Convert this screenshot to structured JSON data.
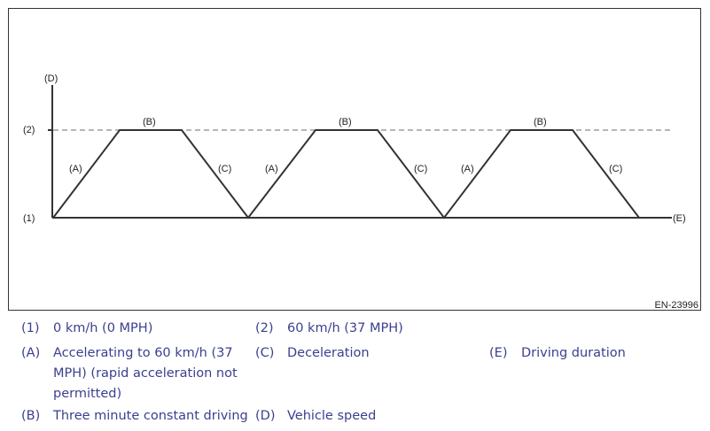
{
  "figure": {
    "id_label": "EN-23996",
    "axis_labels": {
      "y_axis": "(D)",
      "x_axis": "(E)",
      "level_low": "(1)",
      "level_high": "(2)"
    },
    "cycles": [
      {
        "accel": "(A)",
        "constant": "(B)",
        "decel": "(C)"
      },
      {
        "accel": "(A)",
        "constant": "(B)",
        "decel": "(C)"
      },
      {
        "accel": "(A)",
        "constant": "(B)",
        "decel": "(C)"
      }
    ]
  },
  "legend": {
    "items": [
      {
        "code": "(1)",
        "text": "0 km/h (0 MPH)"
      },
      {
        "code": "(2)",
        "text": "60 km/h (37 MPH)"
      },
      {
        "code": "(A)",
        "text": "Accelerating to 60 km/h (37 MPH) (rapid acceleration not permitted)"
      },
      {
        "code": "(C)",
        "text": "Deceleration"
      },
      {
        "code": "(E)",
        "text": "Driving duration"
      },
      {
        "code": "(B)",
        "text": "Three minute constant driving"
      },
      {
        "code": "(D)",
        "text": "Vehicle speed"
      }
    ]
  },
  "colors": {
    "line": "#333333",
    "dashed": "#8a8a8a",
    "legend_text": "#3b3f8f"
  }
}
